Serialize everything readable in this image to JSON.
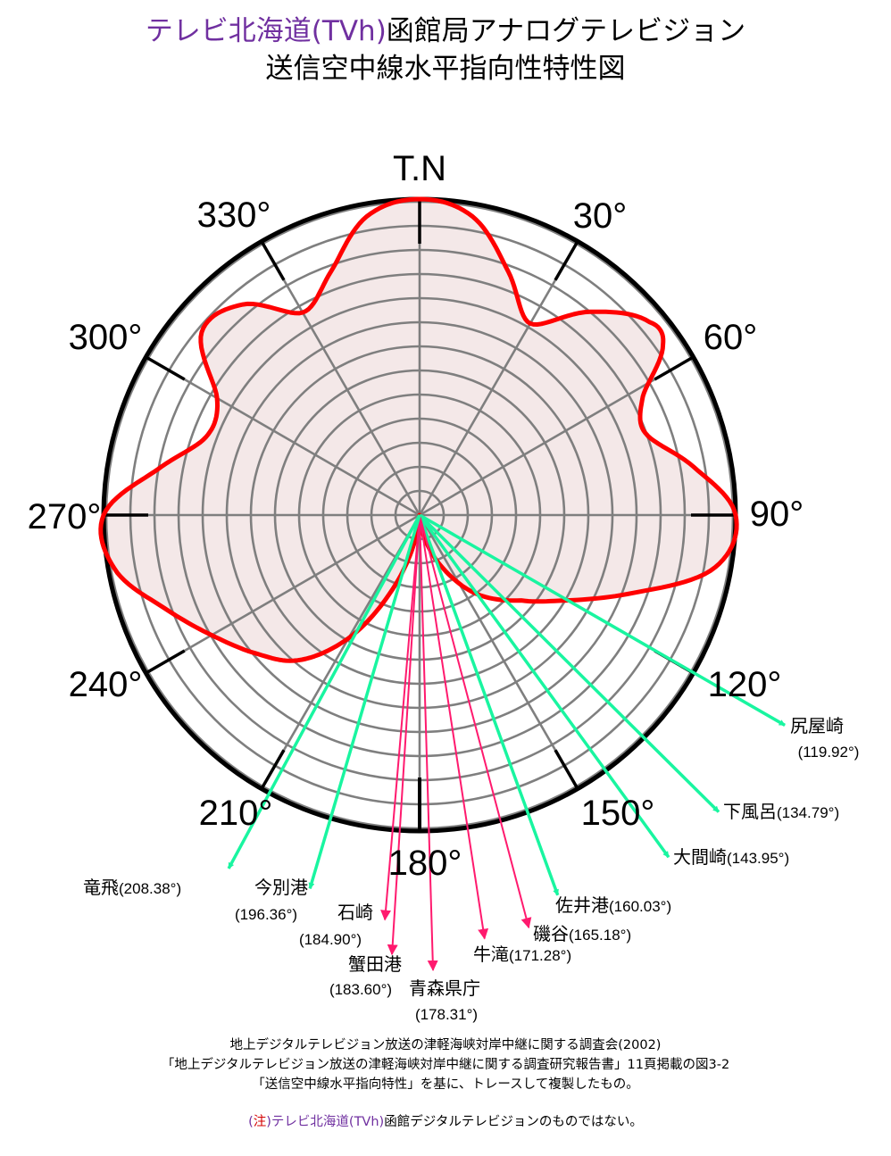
{
  "title": {
    "line1_station": "テレビ北海道(TVh)",
    "line1_rest": "函館局アナログテレビジョン",
    "line2": "送信空中線水平指向性特性図"
  },
  "compass": {
    "north": "T.N",
    "angle_labels": [
      {
        "deg": 30,
        "text": "30°"
      },
      {
        "deg": 60,
        "text": "60°"
      },
      {
        "deg": 90,
        "text": "90°"
      },
      {
        "deg": 120,
        "text": "120°"
      },
      {
        "deg": 150,
        "text": "150°"
      },
      {
        "deg": 180,
        "text": "180°"
      },
      {
        "deg": 210,
        "text": "210°"
      },
      {
        "deg": 240,
        "text": "240°"
      },
      {
        "deg": 270,
        "text": "270°"
      },
      {
        "deg": 300,
        "text": "300°"
      },
      {
        "deg": 330,
        "text": "330°"
      }
    ]
  },
  "pattern": {
    "relative_gain": [
      {
        "deg": 0,
        "r": 1.0
      },
      {
        "deg": 10,
        "r": 0.96
      },
      {
        "deg": 20,
        "r": 0.82
      },
      {
        "deg": 30,
        "r": 0.7
      },
      {
        "deg": 40,
        "r": 0.84
      },
      {
        "deg": 50,
        "r": 0.95
      },
      {
        "deg": 55,
        "r": 0.94
      },
      {
        "deg": 62,
        "r": 0.8
      },
      {
        "deg": 70,
        "r": 0.76
      },
      {
        "deg": 80,
        "r": 0.88
      },
      {
        "deg": 90,
        "r": 1.0
      },
      {
        "deg": 100,
        "r": 0.95
      },
      {
        "deg": 110,
        "r": 0.72
      },
      {
        "deg": 120,
        "r": 0.54
      },
      {
        "deg": 130,
        "r": 0.42
      },
      {
        "deg": 145,
        "r": 0.3
      },
      {
        "deg": 160,
        "r": 0.15
      },
      {
        "deg": 170,
        "r": 0.06
      },
      {
        "deg": 180,
        "r": 0.0
      },
      {
        "deg": 190,
        "r": 0.08
      },
      {
        "deg": 200,
        "r": 0.25
      },
      {
        "deg": 210,
        "r": 0.45
      },
      {
        "deg": 220,
        "r": 0.6
      },
      {
        "deg": 230,
        "r": 0.68
      },
      {
        "deg": 240,
        "r": 0.76
      },
      {
        "deg": 250,
        "r": 0.86
      },
      {
        "deg": 260,
        "r": 0.98
      },
      {
        "deg": 270,
        "r": 1.0
      },
      {
        "deg": 280,
        "r": 0.84
      },
      {
        "deg": 290,
        "r": 0.72
      },
      {
        "deg": 300,
        "r": 0.74
      },
      {
        "deg": 310,
        "r": 0.9
      },
      {
        "deg": 320,
        "r": 0.87
      },
      {
        "deg": 330,
        "r": 0.74
      },
      {
        "deg": 340,
        "r": 0.82
      },
      {
        "deg": 350,
        "r": 0.96
      }
    ],
    "line_color": "#ff0000",
    "fill_color": "#f4e8e8"
  },
  "destinations": [
    {
      "deg": 119.92,
      "color": "#19f5a0",
      "name": "尻屋崎",
      "angle_text": "(119.92°)"
    },
    {
      "deg": 134.79,
      "color": "#19f5a0",
      "name": "下風呂",
      "angle_text": "(134.79°)"
    },
    {
      "deg": 143.95,
      "color": "#19f5a0",
      "name": "大間崎",
      "angle_text": "(143.95°)"
    },
    {
      "deg": 160.03,
      "color": "#19f5a0",
      "name": "佐井港",
      "angle_text": "(160.03°)"
    },
    {
      "deg": 165.18,
      "color": "#ff1a6e",
      "name": "磯谷",
      "angle_text": "(165.18°)"
    },
    {
      "deg": 171.28,
      "color": "#ff1a6e",
      "name": "牛滝",
      "angle_text": "(171.28°)"
    },
    {
      "deg": 178.31,
      "color": "#ff1a6e",
      "name": "青森県庁",
      "angle_text": "(178.31°)"
    },
    {
      "deg": 183.6,
      "color": "#ff1a6e",
      "name": "蟹田港",
      "angle_text": "(183.60°)"
    },
    {
      "deg": 184.9,
      "color": "#ff1a6e",
      "name": "石崎",
      "angle_text": "(184.90°)"
    },
    {
      "deg": 196.36,
      "color": "#19f5a0",
      "name": "今別港",
      "angle_text": "(196.36°)"
    },
    {
      "deg": 208.38,
      "color": "#19f5a0",
      "name": "竜飛",
      "angle_text": "(208.38°)"
    }
  ],
  "footer": {
    "line1": "地上デジタルテレビジョン放送の津軽海峡対岸中継に関する調査会(2002)",
    "line2": "「地上デジタルテレビジョン放送の津軽海峡対岸中継に関する調査研究報告書」11頁掲載の図3-2",
    "line3": "「送信空中線水平指向特性」を基に、トレースして複製したもの。",
    "note_open": "(",
    "note_mark": "注",
    "note_close": ")",
    "note_station": "テレビ北海道(TVh)",
    "note_rest": "函館デジタルテレビジョンのものではない。"
  },
  "colors": {
    "title_purple": "#7030a0",
    "note_red": "#d40000",
    "grid": "#7f7f7f"
  }
}
